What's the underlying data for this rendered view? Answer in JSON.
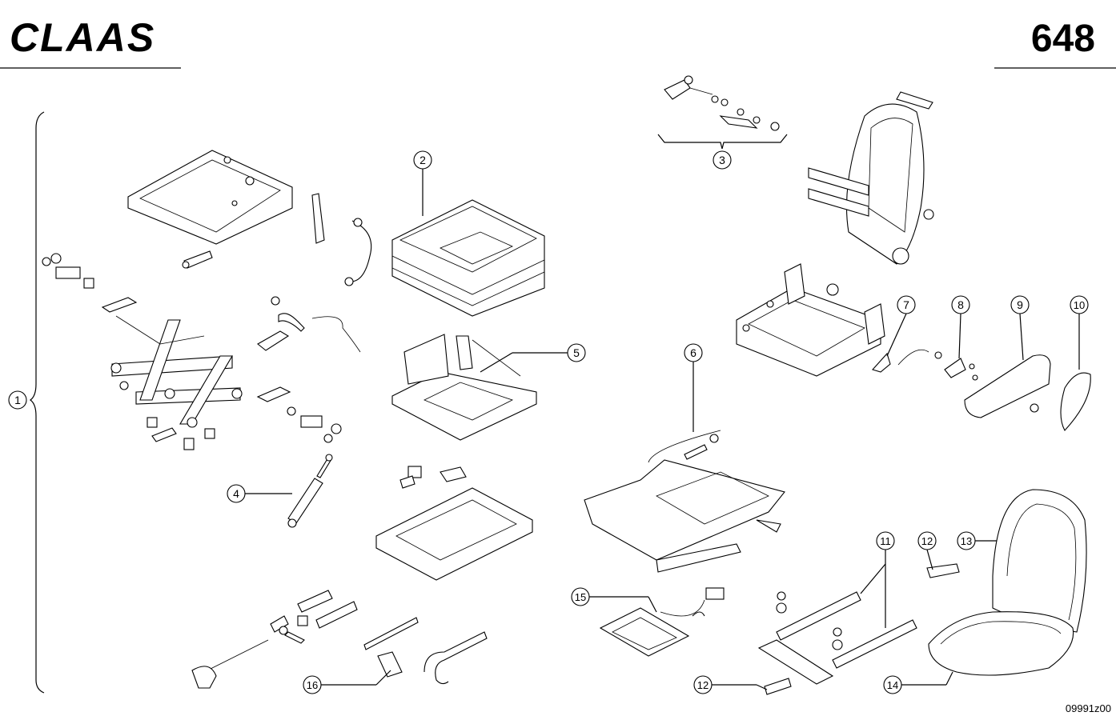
{
  "header": {
    "brand": "CLAAS",
    "page_number": "648"
  },
  "footer": {
    "reference": "09991z00"
  },
  "callouts": [
    "1",
    "2",
    "3",
    "4",
    "5",
    "6",
    "7",
    "8",
    "9",
    "10",
    "11",
    "12",
    "13",
    "14",
    "15",
    "16",
    "12"
  ],
  "colors": {
    "line": "#000000",
    "background": "#ffffff"
  }
}
